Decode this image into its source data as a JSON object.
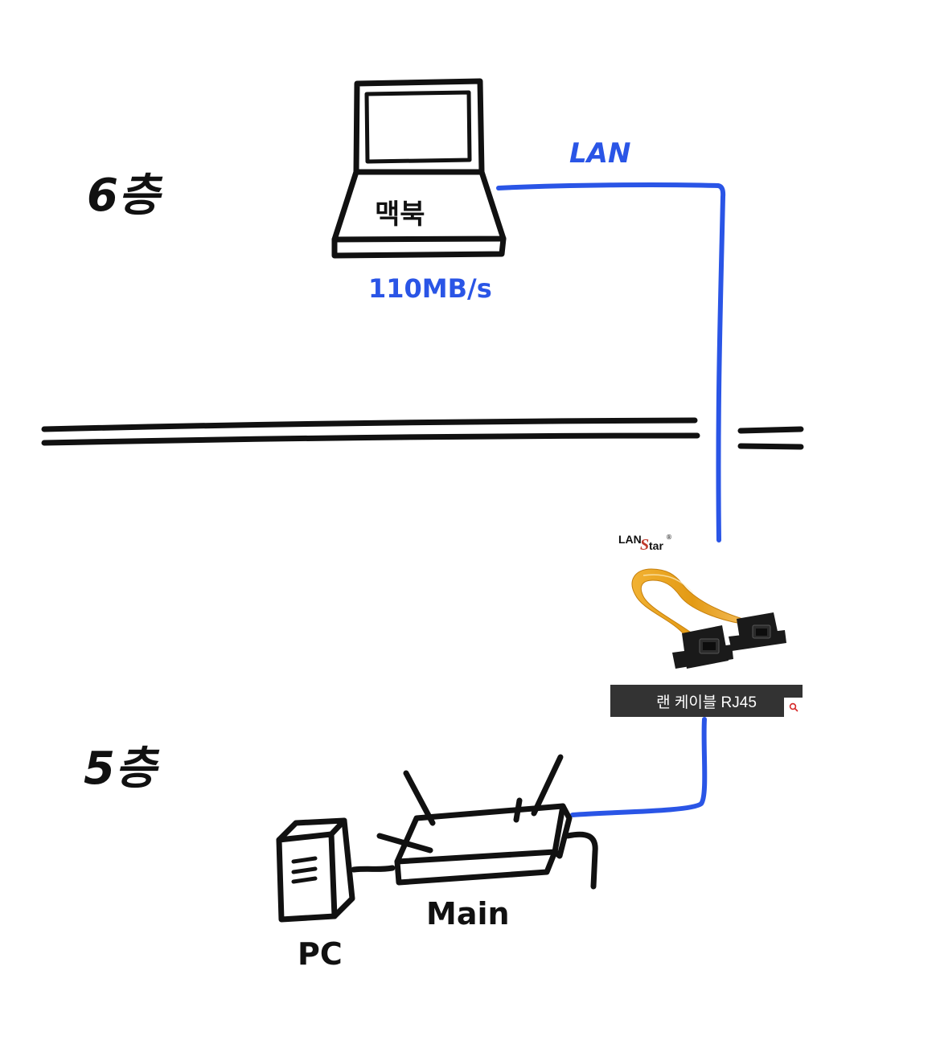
{
  "floors": {
    "upper": "6층",
    "lower": "5층"
  },
  "laptop": {
    "label": "맥북",
    "speed": "110MB/s"
  },
  "cable": {
    "label": "LAN"
  },
  "product": {
    "brand_prefix": "LAN",
    "brand_suffix": "tar",
    "brand_mark": "S",
    "registered": "®",
    "caption": "랜 케이블 RJ45",
    "search_icon": "search-icon"
  },
  "devices": {
    "router": "Main",
    "pc": "PC"
  },
  "colors": {
    "ink": "#111111",
    "lan_blue": "#2a55e6",
    "flat_cable": "#e8a21e"
  }
}
